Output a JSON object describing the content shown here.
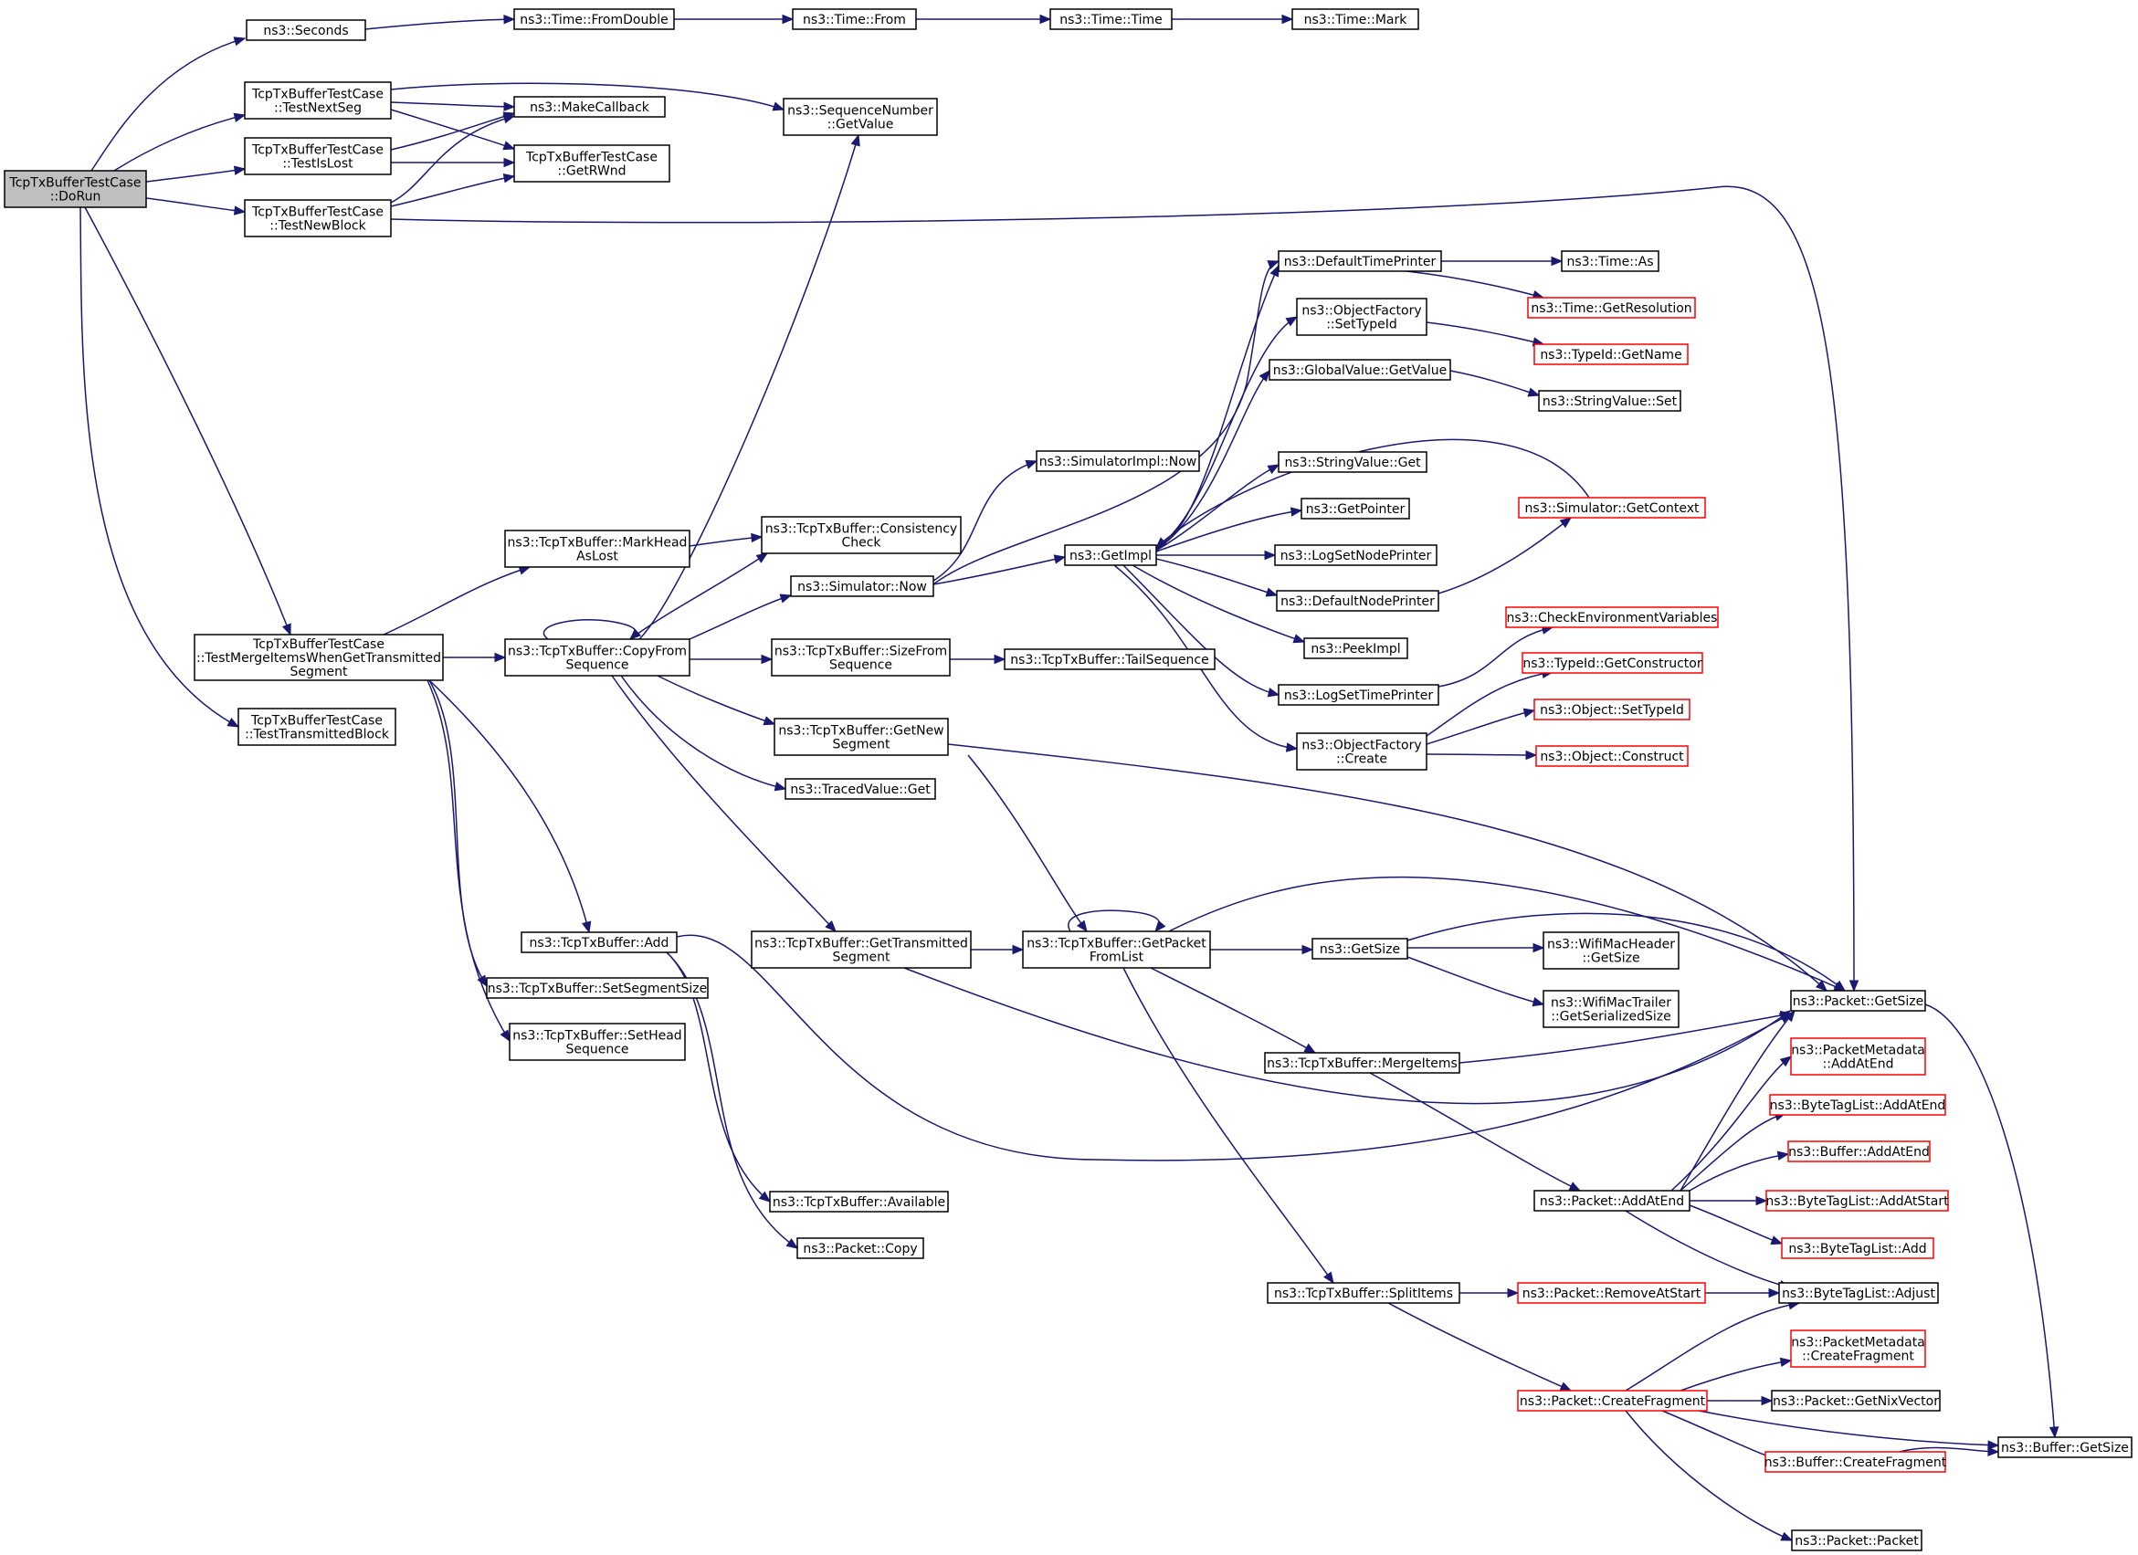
{
  "colors": {
    "edge": "#191970",
    "node_border": "#000000",
    "incomplete_border": "#ff0000",
    "root_fill": "#bfbfbf",
    "node_fill": "#ffffff"
  },
  "nodes": {
    "dorun": {
      "lines": [
        "TcpTxBufferTestCase",
        "::DoRun"
      ],
      "root": true
    },
    "seconds": {
      "lines": [
        "ns3::Seconds"
      ]
    },
    "fromdouble": {
      "lines": [
        "ns3::Time::FromDouble"
      ]
    },
    "timefrom": {
      "lines": [
        "ns3::Time::From"
      ]
    },
    "timetime": {
      "lines": [
        "ns3::Time::Time"
      ]
    },
    "timemark": {
      "lines": [
        "ns3::Time::Mark"
      ]
    },
    "testnextseg": {
      "lines": [
        "TcpTxBufferTestCase",
        "::TestNextSeg"
      ]
    },
    "makecallback": {
      "lines": [
        "ns3::MakeCallback"
      ]
    },
    "seqgetvalue": {
      "lines": [
        "ns3::SequenceNumber",
        "::GetValue"
      ]
    },
    "testislost": {
      "lines": [
        "TcpTxBufferTestCase",
        "::TestIsLost"
      ]
    },
    "getrwnd": {
      "lines": [
        "TcpTxBufferTestCase",
        "::GetRWnd"
      ]
    },
    "testnewblock": {
      "lines": [
        "TcpTxBufferTestCase",
        "::TestNewBlock"
      ]
    },
    "defaulttimeprinter": {
      "lines": [
        "ns3::DefaultTimePrinter"
      ]
    },
    "timeas": {
      "lines": [
        "ns3::Time::As"
      ]
    },
    "timegetres": {
      "lines": [
        "ns3::Time::GetResolution"
      ],
      "incomplete": true
    },
    "ofsettypeid": {
      "lines": [
        "ns3::ObjectFactory",
        "::SetTypeId"
      ]
    },
    "typeidgetname": {
      "lines": [
        "ns3::TypeId::GetName"
      ],
      "incomplete": true
    },
    "gvgetvalue": {
      "lines": [
        "ns3::GlobalValue::GetValue"
      ]
    },
    "svset": {
      "lines": [
        "ns3::StringValue::Set"
      ]
    },
    "simimplnow": {
      "lines": [
        "ns3::SimulatorImpl::Now"
      ]
    },
    "svget": {
      "lines": [
        "ns3::StringValue::Get"
      ]
    },
    "getpointer": {
      "lines": [
        "ns3::GetPointer"
      ]
    },
    "simgetcontext": {
      "lines": [
        "ns3::Simulator::GetContext"
      ],
      "incomplete": true
    },
    "markheadaslost": {
      "lines": [
        "ns3::TcpTxBuffer::MarkHead",
        "AsLost"
      ]
    },
    "consistencycheck": {
      "lines": [
        "ns3::TcpTxBuffer::Consistency",
        "Check"
      ]
    },
    "simnow": {
      "lines": [
        "ns3::Simulator::Now"
      ]
    },
    "getimpl": {
      "lines": [
        "ns3::GetImpl"
      ]
    },
    "logsetnodeprinter": {
      "lines": [
        "ns3::LogSetNodePrinter"
      ]
    },
    "defaultnodeprinter": {
      "lines": [
        "ns3::DefaultNodePrinter"
      ]
    },
    "testmerge": {
      "lines": [
        "TcpTxBufferTestCase",
        "::TestMergeItemsWhenGetTransmitted",
        "Segment"
      ]
    },
    "copyfromseq": {
      "lines": [
        "ns3::TcpTxBuffer::CopyFrom",
        "Sequence"
      ]
    },
    "sizefromseq": {
      "lines": [
        "ns3::TcpTxBuffer::SizeFrom",
        "Sequence"
      ]
    },
    "tailseq": {
      "lines": [
        "ns3::TcpTxBuffer::TailSequence"
      ]
    },
    "peekimpl": {
      "lines": [
        "ns3::PeekImpl"
      ]
    },
    "checkenv": {
      "lines": [
        "ns3::CheckEnvironmentVariables"
      ],
      "incomplete": true
    },
    "logsettimeprinter": {
      "lines": [
        "ns3::LogSetTimePrinter"
      ]
    },
    "typeidgetctor": {
      "lines": [
        "ns3::TypeId::GetConstructor"
      ],
      "incomplete": true
    },
    "testtransmittedblock": {
      "lines": [
        "TcpTxBufferTestCase",
        "::TestTransmittedBlock"
      ]
    },
    "getnewsegment": {
      "lines": [
        "ns3::TcpTxBuffer::GetNew",
        "Segment"
      ]
    },
    "objsettypeid": {
      "lines": [
        "ns3::Object::SetTypeId"
      ],
      "incomplete": true
    },
    "ofcreate": {
      "lines": [
        "ns3::ObjectFactory",
        "::Create"
      ]
    },
    "objconstruct": {
      "lines": [
        "ns3::Object::Construct"
      ],
      "incomplete": true
    },
    "tracedvalueget": {
      "lines": [
        "ns3::TracedValue::Get"
      ]
    },
    "add": {
      "lines": [
        "ns3::TcpTxBuffer::Add"
      ]
    },
    "gettransmittedseg": {
      "lines": [
        "ns3::TcpTxBuffer::GetTransmitted",
        "Segment"
      ]
    },
    "getpacketfromlist": {
      "lines": [
        "ns3::TcpTxBuffer::GetPacket",
        "FromList"
      ]
    },
    "getsize": {
      "lines": [
        "ns3::GetSize"
      ]
    },
    "wifimacheader": {
      "lines": [
        "ns3::WifiMacHeader",
        "::GetSize"
      ]
    },
    "setsegmentsize": {
      "lines": [
        "ns3::TcpTxBuffer::SetSegmentSize"
      ]
    },
    "packetgetsize": {
      "lines": [
        "ns3::Packet::GetSize"
      ]
    },
    "wifimactrailer": {
      "lines": [
        "ns3::WifiMacTrailer",
        "::GetSerializedSize"
      ]
    },
    "setheadseq": {
      "lines": [
        "ns3::TcpTxBuffer::SetHead",
        "Sequence"
      ]
    },
    "pmaddatend": {
      "lines": [
        "ns3::PacketMetadata",
        "::AddAtEnd"
      ],
      "incomplete": true
    },
    "mergeitems": {
      "lines": [
        "ns3::TcpTxBuffer::MergeItems"
      ]
    },
    "btladdatend": {
      "lines": [
        "ns3::ByteTagList::AddAtEnd"
      ],
      "incomplete": true
    },
    "bufaddatend": {
      "lines": [
        "ns3::Buffer::AddAtEnd"
      ],
      "incomplete": true
    },
    "available": {
      "lines": [
        "ns3::TcpTxBuffer::Available"
      ]
    },
    "packetaddatend": {
      "lines": [
        "ns3::Packet::AddAtEnd"
      ]
    },
    "btladdatstart": {
      "lines": [
        "ns3::ByteTagList::AddAtStart"
      ],
      "incomplete": true
    },
    "packetcopy": {
      "lines": [
        "ns3::Packet::Copy"
      ]
    },
    "btladd": {
      "lines": [
        "ns3::ByteTagList::Add"
      ],
      "incomplete": true
    },
    "splititems": {
      "lines": [
        "ns3::TcpTxBuffer::SplitItems"
      ]
    },
    "removeatstart": {
      "lines": [
        "ns3::Packet::RemoveAtStart"
      ],
      "incomplete": true
    },
    "btladjust": {
      "lines": [
        "ns3::ByteTagList::Adjust"
      ]
    },
    "pmcreatefragment": {
      "lines": [
        "ns3::PacketMetadata",
        "::CreateFragment"
      ],
      "incomplete": true
    },
    "pktcreatefragment": {
      "lines": [
        "ns3::Packet::CreateFragment"
      ],
      "incomplete": true
    },
    "getnixvector": {
      "lines": [
        "ns3::Packet::GetNixVector"
      ]
    },
    "bufgetsize": {
      "lines": [
        "ns3::Buffer::GetSize"
      ]
    },
    "bufcreatefragment": {
      "lines": [
        "ns3::Buffer::CreateFragment"
      ],
      "incomplete": true
    },
    "packetpacket": {
      "lines": [
        "ns3::Packet::Packet"
      ]
    }
  }
}
